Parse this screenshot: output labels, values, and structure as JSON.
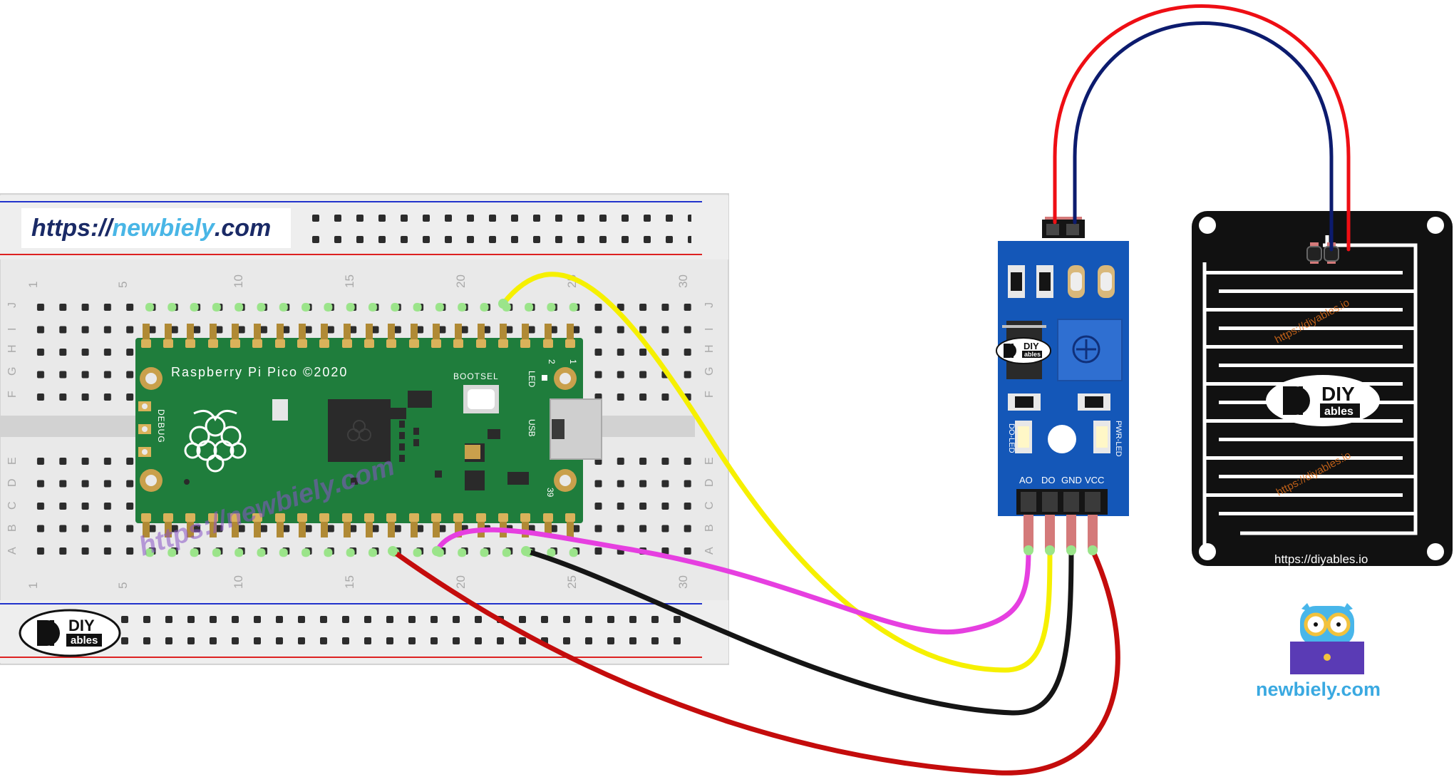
{
  "banner": {
    "prefix": "https://",
    "middle": "newbiely",
    "suffix": ".com"
  },
  "breadboard": {
    "column_numbers": [
      "1",
      "5",
      "10",
      "15",
      "20",
      "25",
      "30"
    ],
    "row_letters_top": [
      "J",
      "I",
      "H",
      "G",
      "F"
    ],
    "row_letters_bottom": [
      "E",
      "D",
      "C",
      "B",
      "A"
    ],
    "logo": {
      "top": "DIY",
      "bottom": "ables"
    }
  },
  "pico": {
    "title": "Raspberry Pi Pico ©2020",
    "bootsel": "BOOTSEL",
    "led": "LED",
    "usb": "USB",
    "debug": "DEBUG",
    "pin_numbers": {
      "top_left": "2",
      "top_right": "1",
      "bottom": "39"
    },
    "watermark": "https://newbiely.com"
  },
  "sensor_module": {
    "pin_labels": [
      "AO",
      "DO",
      "GND",
      "VCC"
    ],
    "do_led": "DO-LED",
    "pwr_led": "PWR-LED",
    "logo": {
      "top": "DIY",
      "bottom": "ables"
    }
  },
  "rain_pad": {
    "url": "https://diyables.io",
    "watermark": "https://diyables.io",
    "logo": {
      "top": "DIY",
      "bottom": "ables"
    }
  },
  "brand": {
    "label": "newbiely.com"
  },
  "colors": {
    "wire_yellow": "#f6f000",
    "wire_magenta": "#e63fe0",
    "wire_black": "#151515",
    "wire_red": "#c40c0c",
    "wire_blue": "#0c1b6e",
    "wire_red_bright": "#ee0e14",
    "pico_green": "#1e7a3a",
    "module_blue": "#1457b8",
    "pad_black": "#111111"
  }
}
